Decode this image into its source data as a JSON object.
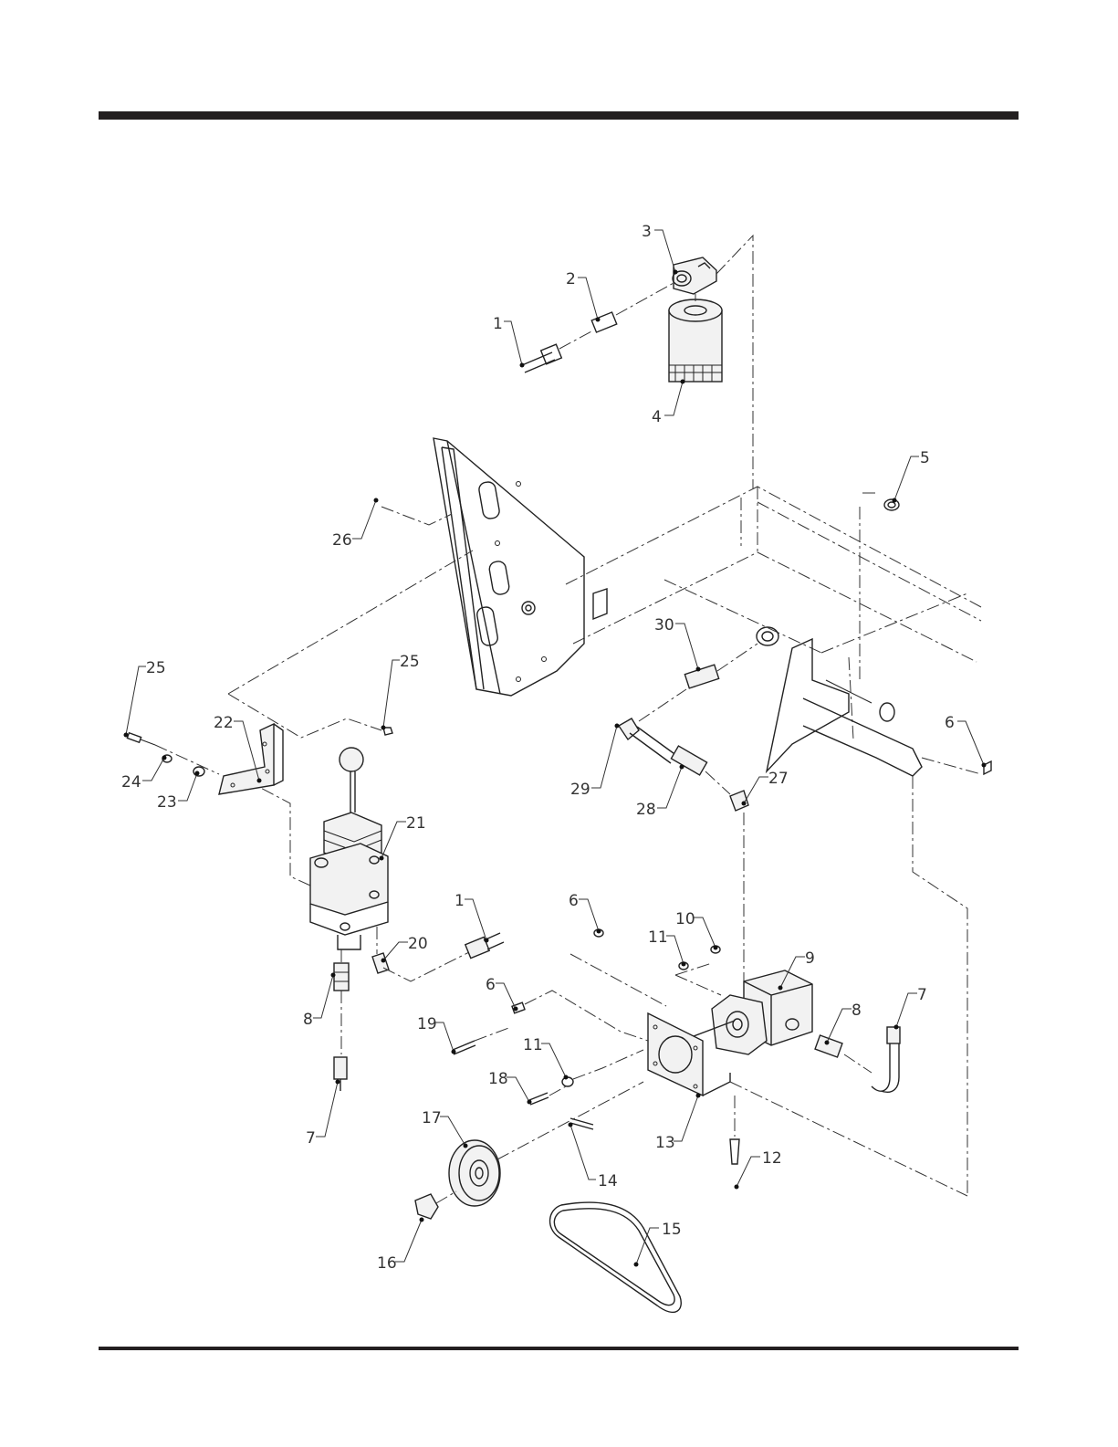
{
  "callouts": [
    {
      "label": "1"
    },
    {
      "label": "2"
    },
    {
      "label": "3"
    },
    {
      "label": "4"
    },
    {
      "label": "5"
    },
    {
      "label": "26"
    },
    {
      "label": "30"
    },
    {
      "label": "25"
    },
    {
      "label": "25"
    },
    {
      "label": "22"
    },
    {
      "label": "24"
    },
    {
      "label": "23"
    },
    {
      "label": "6"
    },
    {
      "label": "29"
    },
    {
      "label": "28"
    },
    {
      "label": "27"
    },
    {
      "label": "21"
    },
    {
      "label": "1"
    },
    {
      "label": "6"
    },
    {
      "label": "10"
    },
    {
      "label": "11"
    },
    {
      "label": "20"
    },
    {
      "label": "9"
    },
    {
      "label": "7"
    },
    {
      "label": "8"
    },
    {
      "label": "6"
    },
    {
      "label": "8"
    },
    {
      "label": "19"
    },
    {
      "label": "11"
    },
    {
      "label": "18"
    },
    {
      "label": "7"
    },
    {
      "label": "17"
    },
    {
      "label": "13"
    },
    {
      "label": "14"
    },
    {
      "label": "12"
    },
    {
      "label": "15"
    },
    {
      "label": "16"
    }
  ]
}
